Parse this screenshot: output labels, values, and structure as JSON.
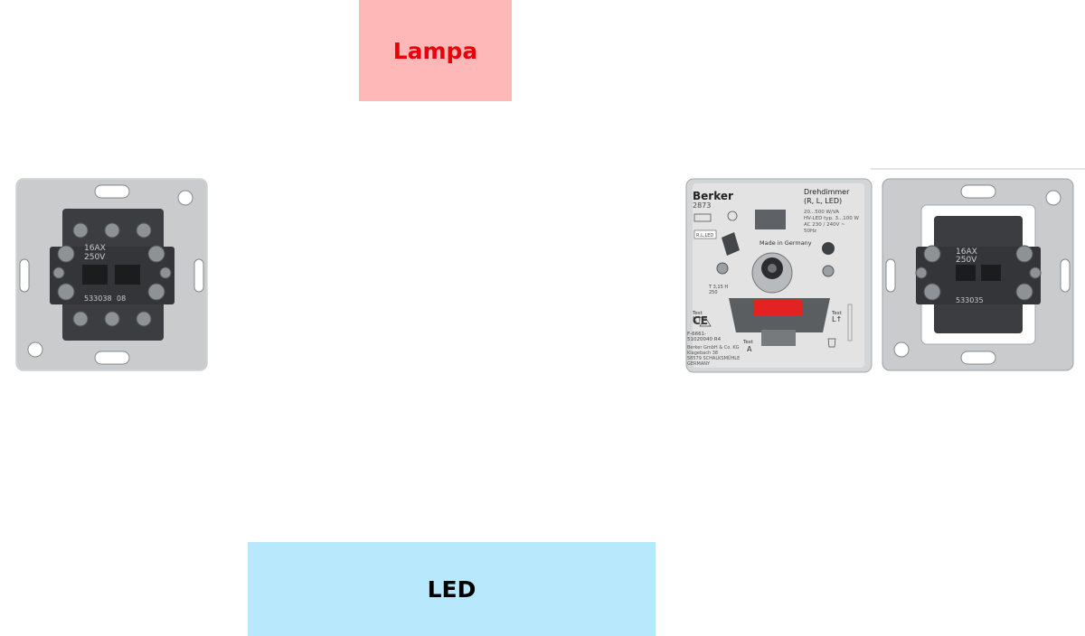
{
  "lampa": {
    "label": "Lampa"
  },
  "led": {
    "label": "LED"
  },
  "switch_left": {
    "rating": "16AX",
    "voltage": "250V",
    "model": "533038",
    "code": "08"
  },
  "dimmer": {
    "brand": "Berker",
    "model": "2873",
    "name": "Drehdimmer",
    "types": "(R, L, LED)",
    "spec1": "20...500 W/VA",
    "spec2": "HV-LED typ. 3...100 W",
    "spec3": "AC 230 / 240V ~",
    "spec4": "50Hz",
    "rl_label": "R,L,LED",
    "origin": "Made in Germany",
    "fuse1": "T 3,15 H",
    "fuse2": "250",
    "ce_mark": "CE",
    "left_terminal": "L↑",
    "right_terminal": "L↑",
    "test_left": "Test",
    "test_mid": "Test",
    "test_right": "Test",
    "a_mark": "A",
    "cert1": "F-6661-",
    "cert2": "51020040 R4",
    "maker1": "Berker GmbH & Co. KG",
    "maker2": "Klagebach 38",
    "maker3": "58579 SCHALKSMÜHLE",
    "maker4": "GERMANY"
  },
  "switch_right": {
    "rating": "16AX",
    "voltage": "250V",
    "model": "533035"
  }
}
